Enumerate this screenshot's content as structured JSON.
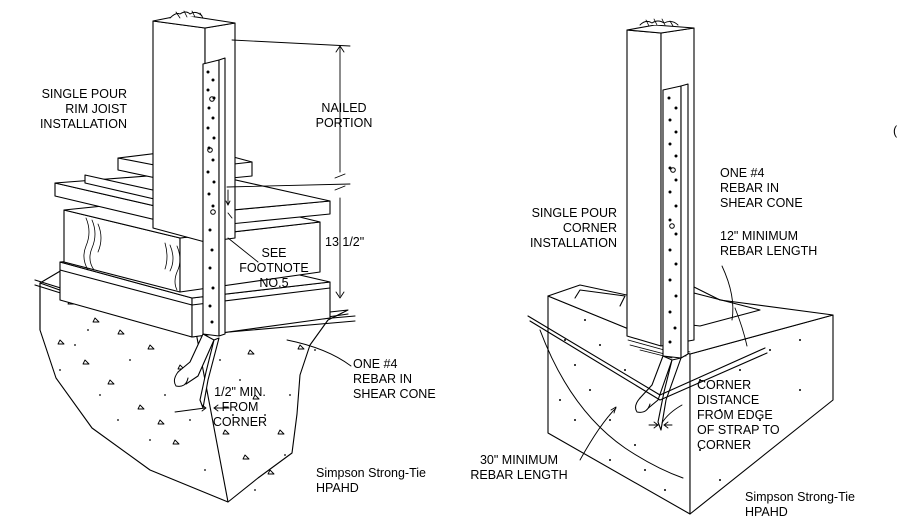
{
  "left": {
    "title": "SINGLE POUR\nRIM JOIST\nINSTALLATION",
    "nailed_portion": "NAILED\nPORTION",
    "dim_13_5": "13 1/2\"",
    "see_footnote": "SEE\nFOOTNOTE\nNO.5",
    "rebar": "ONE #4\nREBAR IN\nSHEAR CONE",
    "min_corner": "1/2\" MIN.\nFROM\nCORNER",
    "caption": "Simpson Strong-Tie\nHPAHD"
  },
  "right": {
    "title": "SINGLE POUR\nCORNER\nINSTALLATION",
    "rebar": "ONE #4\nREBAR IN\nSHEAR CONE",
    "rebar_length_12": "12\" MINIMUM\nREBAR LENGTH",
    "corner_distance": "CORNER\nDISTANCE\nFROM EDGE\nOF STRAP TO\nCORNER",
    "rebar_length_30": "30\" MINIMUM\nREBAR LENGTH",
    "caption": "Simpson Strong-Tie\nHPAHD"
  },
  "edge_mark": "("
}
